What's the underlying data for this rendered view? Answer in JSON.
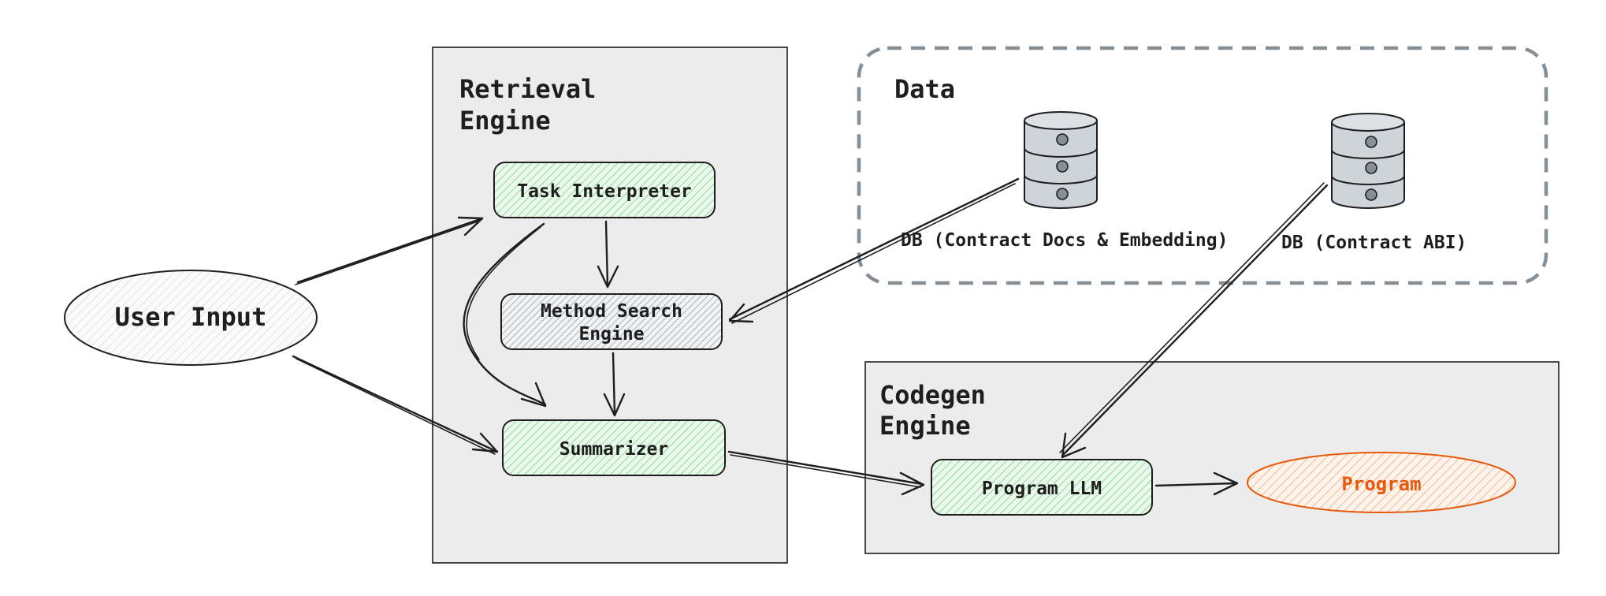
{
  "groups": {
    "retrieval_engine": {
      "title_line1": "Retrieval",
      "title_line2": "Engine"
    },
    "data": {
      "title": "Data"
    },
    "codegen_engine": {
      "title_line1": "Codegen",
      "title_line2": "Engine"
    }
  },
  "nodes": {
    "user_input": "User Input",
    "task_interpreter": "Task Interpreter",
    "method_search_line1": "Method Search",
    "method_search_line2": "Engine",
    "summarizer": "Summarizer",
    "program_llm": "Program LLM",
    "program": "Program"
  },
  "databases": {
    "docs_db": "DB (Contract Docs & Embedding)",
    "abi_db": "DB (Contract ABI)"
  },
  "colors": {
    "green_fill": "#b2f2bb",
    "green_stroke": "#2f9e44",
    "gray_fill": "#e9ecef",
    "orange": "#e8590c",
    "panel_fill": "#ececec",
    "db_fill": "#ced4da",
    "dashed_border": "#868e96"
  }
}
